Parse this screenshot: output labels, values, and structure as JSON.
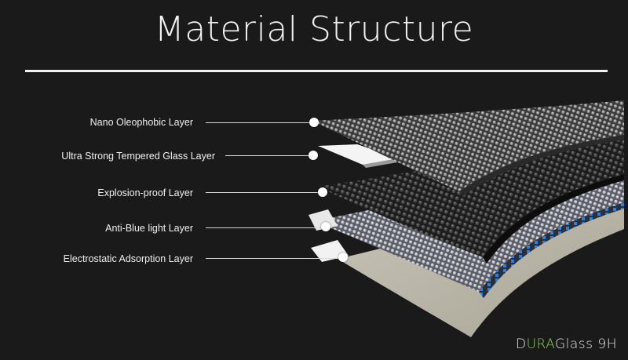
{
  "title": "Material Structure",
  "layers": [
    {
      "label": "Nano Oleophobic Layer"
    },
    {
      "label": "Ultra Strong Tempered Glass Layer"
    },
    {
      "label": "Explosion-proof Layer"
    },
    {
      "label": "Anti-Blue light Layer"
    },
    {
      "label": "Electrostatic Adsorption Layer"
    }
  ],
  "brand": {
    "part1": "D",
    "part2": "URA",
    "part3": "Glass 9H",
    "accent_color": "#8fd14f",
    "text_color": "#e6e6e6"
  }
}
